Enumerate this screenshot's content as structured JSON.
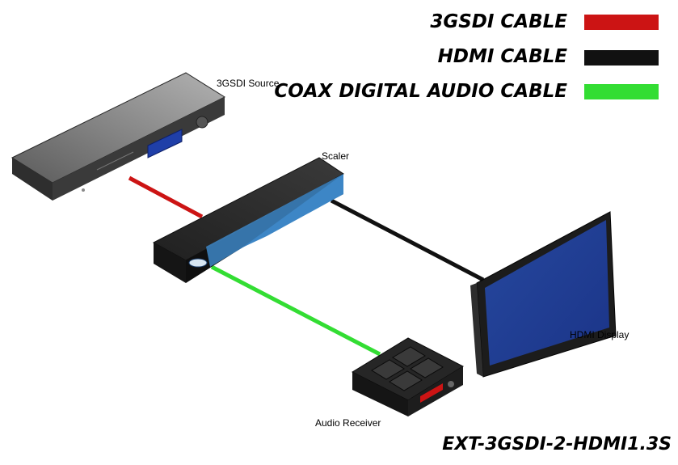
{
  "legend": {
    "items": [
      {
        "label": "3GSDI CABLE",
        "color": "#cc1414"
      },
      {
        "label": "HDMI CABLE",
        "color": "#111111"
      },
      {
        "label": "COAX DIGITAL AUDIO CABLE",
        "color": "#33dd33"
      }
    ]
  },
  "devices": {
    "source": "3GSDI Source",
    "scaler": "Scaler",
    "display": "HDMI Display",
    "receiver": "Audio Receiver"
  },
  "model": "EXT-3GSDI-2-HDMI1.3S",
  "colors": {
    "sdi_cable": "#cc1414",
    "hdmi_cable": "#111111",
    "coax_cable": "#33dd33",
    "scaler_accent": "#3d86c6",
    "display_screen": "#1e3c9a"
  }
}
